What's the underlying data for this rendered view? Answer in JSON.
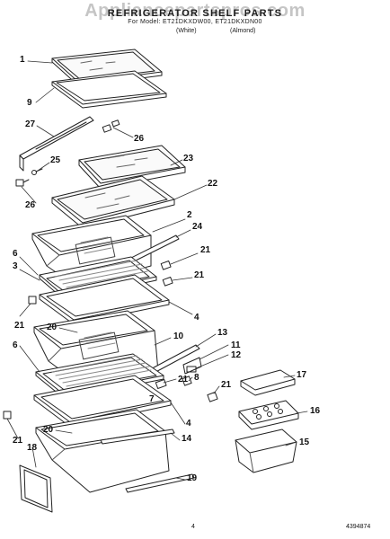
{
  "header": {
    "title": "REFRIGERATOR SHELF PARTS",
    "models": "For Model: ET21DKXDW00, ET21DKXDN00",
    "color_white": "(White)",
    "color_almond": "(Almond)"
  },
  "watermark": "Appliancepartspros.com",
  "callouts": {
    "c1": "1",
    "c9": "9",
    "c27": "27",
    "c26a": "26",
    "c25": "25",
    "c26b": "26",
    "c23": "23",
    "c22": "22",
    "c2": "2",
    "c24": "24",
    "c21a": "21",
    "c6a": "6",
    "c3": "3",
    "c21b": "21",
    "c4a": "4",
    "c21c": "21",
    "c20a": "20",
    "c10": "10",
    "c13": "13",
    "c11": "11",
    "c12": "12",
    "c6b": "6",
    "c8": "8",
    "c21d": "21",
    "c7": "7",
    "c21e": "21",
    "c4b": "4",
    "c17": "17",
    "c16": "16",
    "c20b": "20",
    "c21f": "21",
    "c15": "15",
    "c14": "14",
    "c18": "18",
    "c19": "19"
  },
  "footer": {
    "page": "4",
    "part_number": "4394874"
  }
}
